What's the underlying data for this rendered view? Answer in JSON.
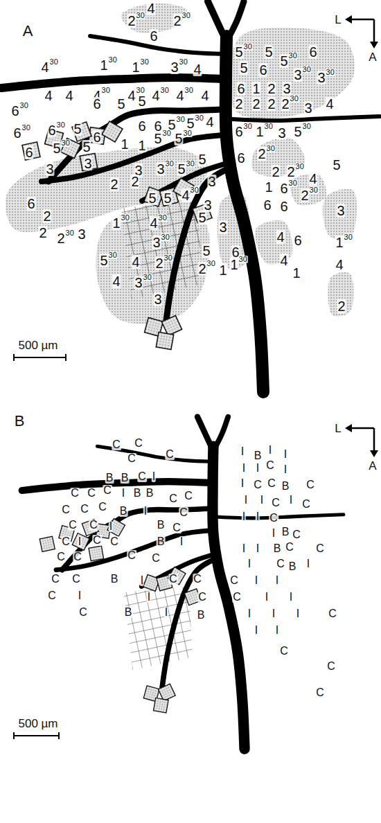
{
  "diagram": {
    "labels": [
      "A",
      "L",
      "A",
      "2",
      "30",
      "4",
      "2",
      "30",
      "6",
      "4",
      "30",
      "1",
      "30",
      "1",
      "30",
      "3",
      "30",
      "4",
      "5",
      "30",
      "5",
      "5",
      "6",
      "5",
      "30",
      "6",
      "3",
      "30",
      "3",
      "30",
      "4",
      "4",
      "4",
      "30",
      "4",
      "30",
      "4",
      "30",
      "4",
      "30",
      "4",
      "6",
      "1",
      "2",
      "3",
      "2",
      "2",
      "2",
      "2",
      "30",
      "3",
      "4",
      "6",
      "30",
      "6",
      "5",
      "5",
      "6",
      "6",
      "5",
      "30",
      "5",
      "30",
      "4",
      "6",
      "30",
      "1",
      "30",
      "3",
      "5",
      "30",
      "6",
      "30",
      "6",
      "30",
      "5",
      "6",
      "6",
      "5",
      "30",
      "5",
      "3",
      "3",
      "1",
      "1",
      "5",
      "30",
      "5",
      "30",
      "6",
      "2",
      "30",
      "2",
      "2",
      "30",
      "4",
      "5",
      "1",
      "6",
      "30",
      "2",
      "30",
      "6",
      "6",
      "3",
      "3",
      "3",
      "30",
      "5",
      "30",
      "5",
      "3",
      "2",
      "2",
      "5",
      "5",
      "4",
      "30",
      "3",
      "6",
      "2",
      "2",
      "2",
      "30",
      "3",
      "1",
      "30",
      "4",
      "30",
      "3",
      "30",
      "4",
      "5",
      "30",
      "2",
      "30",
      "4",
      "3",
      "30",
      "3",
      "5",
      "3",
      "5",
      "6",
      "2",
      "30",
      "1",
      "1",
      "30",
      "4",
      "6",
      "1",
      "30",
      "4",
      "4",
      "1",
      "2",
      "500 µm",
      "B",
      "L",
      "A",
      "C",
      "C",
      "C",
      "C",
      "B",
      "B",
      "C",
      "I",
      "C",
      "C",
      "C",
      "I",
      "B",
      "B",
      "C",
      "C",
      "C",
      "C",
      "C",
      "B",
      "I",
      "C",
      "C",
      "C",
      "I",
      "B",
      "C",
      "C",
      "I",
      "C",
      "C",
      "B",
      "I",
      "C",
      "C",
      "C",
      "C",
      "C",
      "C",
      "B",
      "I",
      "C",
      "C",
      "C",
      "I",
      "I",
      "C",
      "C",
      "B",
      "I",
      "B",
      "I",
      "B",
      "I",
      "I",
      "I",
      "I",
      "C",
      "I",
      "I",
      "C",
      "C",
      "B",
      "C",
      "I",
      "I",
      "C",
      "I",
      "C",
      "I",
      "I",
      "C",
      "I",
      "B",
      "C",
      "I",
      "I",
      "B",
      "C",
      "C",
      "I",
      "C",
      "B",
      "I",
      "C",
      "I",
      "I",
      "C",
      "I",
      "I",
      "I",
      "I",
      "I",
      "C",
      "I",
      "I",
      "C",
      "C",
      "C",
      "500 µm"
    ]
  }
}
